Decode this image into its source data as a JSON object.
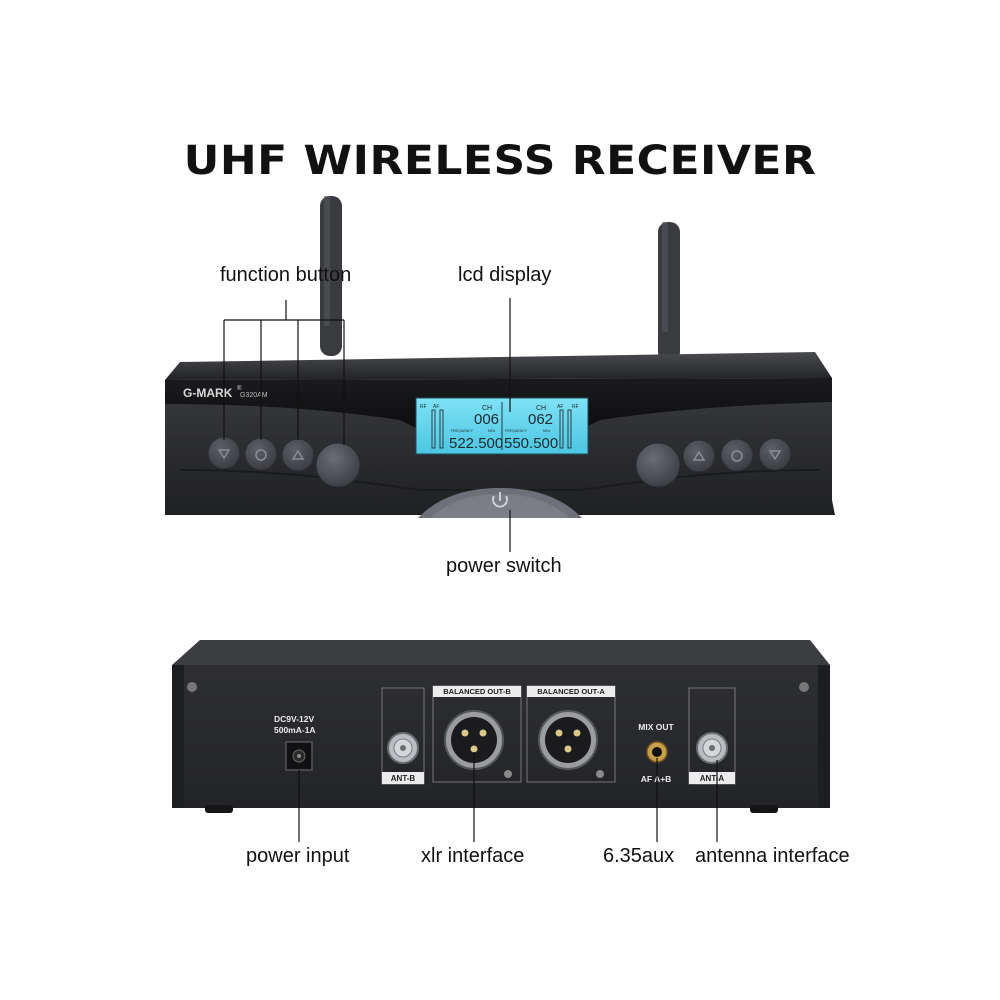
{
  "title": "UHF WIRELESS RECEIVER",
  "callouts": {
    "function_button": "function button",
    "lcd_display": "lcd display",
    "power_switch": "power switch",
    "power_input": "power input",
    "xlr_interface": "xlr interface",
    "aux": "6.35aux",
    "antenna_interface": "antenna interface"
  },
  "front_panel": {
    "brand": "G-MARK",
    "model": "G320AM",
    "lcd": {
      "left": {
        "rf": "RF",
        "af": "AF",
        "ch_label": "CH",
        "channel": "006",
        "freq_label": "FREQUENCY",
        "unit": "MHz",
        "frequency": "522.500"
      },
      "right": {
        "rf": "RF",
        "af": "AF",
        "ch_label": "CH",
        "channel": "062",
        "freq_label": "FREQUENCY",
        "unit": "MHz",
        "frequency": "550.500"
      }
    }
  },
  "rear_panel": {
    "dc_label_line1": "DC9V-12V",
    "dc_label_line2": "500mA-1A",
    "ant_b": "ANT-B",
    "ant_a": "ANT-A",
    "balanced_out_b": "BALANCED OUT-B",
    "balanced_out_a": "BALANCED OUT-A",
    "mix_out": "MIX OUT",
    "af_ab": "AF A+B"
  },
  "colors": {
    "lcd": "#5fd3ec",
    "chassis": "#2b2c2f"
  }
}
